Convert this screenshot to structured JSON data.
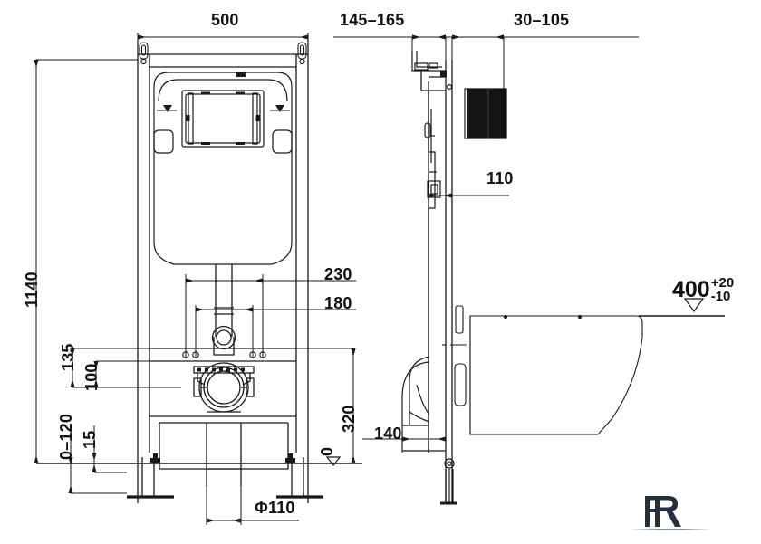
{
  "drawing": {
    "type": "technical-dimension-drawing",
    "subject": "Concealed toilet installation frame (in-wall cistern) with wall-hung WC pan",
    "views": [
      {
        "name": "front-elevation",
        "position": "left"
      },
      {
        "name": "side-elevation",
        "position": "right"
      }
    ],
    "units": "mm",
    "line_color": "#1a1a1a",
    "background_color": "#ffffff"
  },
  "dimensions": {
    "front_view": {
      "width_top": "500",
      "height_overall": "1140",
      "bolt_spacing_upper": "230",
      "bolt_spacing_lower": "180",
      "outlet_height_upper": "135",
      "outlet_height_lower": "100",
      "foot_adjust_range": "0–120",
      "foot_adjust_small": "15",
      "floor_datum": "0",
      "waste_pipe_diameter": "Φ110",
      "outlet_center_height": "320"
    },
    "side_view": {
      "depth_front_offset": "145–165",
      "depth_rear_offset": "30–105",
      "frame_depth": "110",
      "pan_outlet_offset": "140",
      "seat_height": {
        "nominal": "400",
        "tolerance_plus": "+20",
        "tolerance_minus": "-10"
      }
    }
  },
  "labels": [
    {
      "id": "dim-500",
      "text": "500",
      "orientation": "horizontal"
    },
    {
      "id": "dim-145-165",
      "text": "145–165",
      "orientation": "horizontal"
    },
    {
      "id": "dim-30-105",
      "text": "30–105",
      "orientation": "horizontal"
    },
    {
      "id": "dim-110",
      "text": "110",
      "orientation": "horizontal"
    },
    {
      "id": "dim-230",
      "text": "230",
      "orientation": "horizontal"
    },
    {
      "id": "dim-180",
      "text": "180",
      "orientation": "horizontal"
    },
    {
      "id": "dim-1140",
      "text": "1140",
      "orientation": "vertical"
    },
    {
      "id": "dim-135",
      "text": "135",
      "orientation": "vertical"
    },
    {
      "id": "dim-100",
      "text": "100",
      "orientation": "vertical"
    },
    {
      "id": "dim-0-120",
      "text": "0–120",
      "orientation": "vertical"
    },
    {
      "id": "dim-15",
      "text": "15",
      "orientation": "vertical"
    },
    {
      "id": "dim-320",
      "text": "320",
      "orientation": "vertical"
    },
    {
      "id": "dim-0",
      "text": "0",
      "orientation": "vertical"
    },
    {
      "id": "dim-140",
      "text": "140",
      "orientation": "horizontal"
    },
    {
      "id": "dim-phi110",
      "text": "Φ110",
      "orientation": "horizontal"
    },
    {
      "id": "dim-400",
      "text": "400",
      "orientation": "horizontal"
    }
  ],
  "logo": {
    "name": "FR monogram",
    "letters": "FR",
    "color": "#22303f"
  }
}
